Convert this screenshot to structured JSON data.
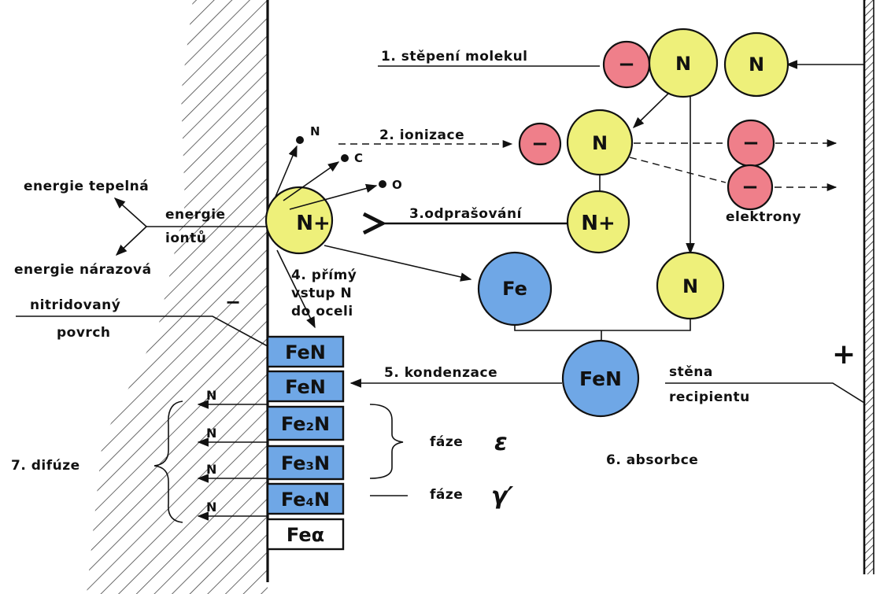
{
  "colors": {
    "neutral_atom": "#eef07a",
    "electron": "#ef7f8a",
    "iron": "#6fa7e6",
    "phase_box": "#6fa7e6",
    "base_metal_box": "#ffffff",
    "ink": "#111111"
  },
  "steps": {
    "s1": "1. stěpení molekul",
    "s2": "2. ionizace",
    "s3": "3.odprašování",
    "s4_line1": "4. přímý",
    "s4_line2": "vstup N",
    "s4_line3": "do oceli",
    "s5": "5. kondenzace",
    "s6": "6. absorbce",
    "s7": "7. difúze"
  },
  "labels": {
    "energie_iontu_1": "energie",
    "energie_iontu_2": "iontů",
    "energie_tepelna": "energie tepelná",
    "energie_narazova": "energie nárazová",
    "nitridovany_1": "nitridovaný",
    "nitridovany_2": "povrch",
    "elektrony": "elektrony",
    "stena_1": "stěna",
    "stena_2": "recipientu",
    "faze_e": "fáze",
    "faze_e_sym": "ε",
    "faze_g": "fáze",
    "faze_g_sym": "γ′",
    "minus_sign": "−",
    "plus_sign": "+"
  },
  "particles": {
    "minus": "−",
    "N": "N",
    "N_plus": "N+",
    "Fe": "Fe",
    "FeN": "FeN",
    "sputter_N": "N",
    "sputter_C": "C",
    "sputter_O": "O"
  },
  "layers": [
    {
      "text": "FeN",
      "kind": "phase"
    },
    {
      "text": "FeN",
      "kind": "phase"
    },
    {
      "text": "Fe₂N",
      "kind": "phase"
    },
    {
      "text": "Fe₃N",
      "kind": "phase"
    },
    {
      "text": "Fe₄N",
      "kind": "phase"
    },
    {
      "text": "Feα",
      "kind": "base"
    }
  ],
  "diffusion_arrows": [
    "N",
    "N",
    "N",
    "N"
  ]
}
